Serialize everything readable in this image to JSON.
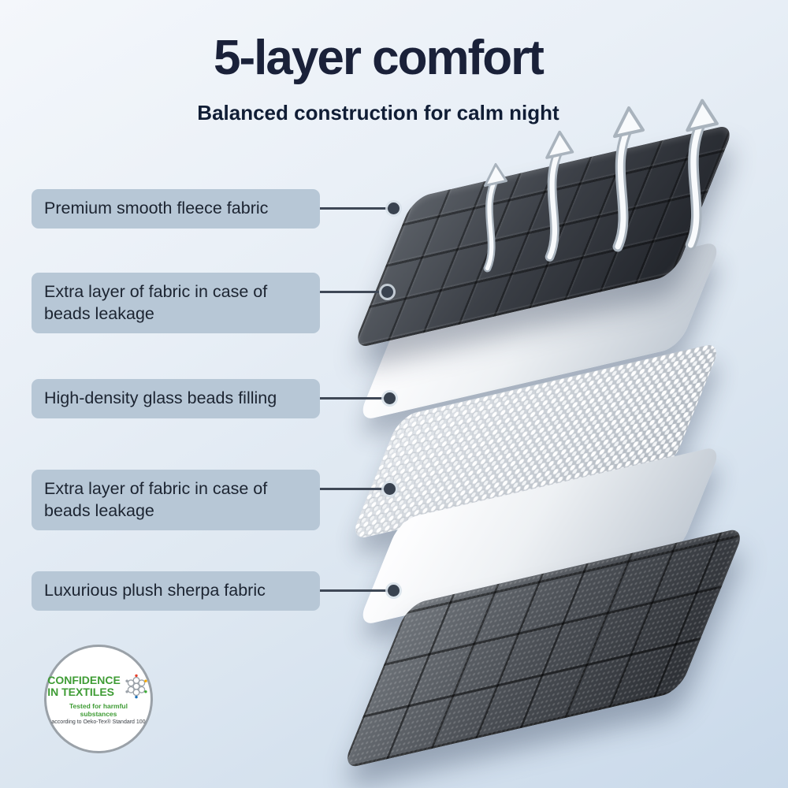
{
  "header": {
    "title": "5-layer comfort",
    "subtitle": "Balanced construction for calm night"
  },
  "labels": [
    {
      "text": "Premium smooth fleece fabric"
    },
    {
      "text": "Extra layer of fabric in case of beads leakage"
    },
    {
      "text": "High-density glass beads filling"
    },
    {
      "text": "Extra layer of fabric in case of beads leakage"
    },
    {
      "text": "Luxurious plush sherpa fabric"
    }
  ],
  "certification": {
    "name_line1": "CONFIDENCE",
    "name_line2": "IN TEXTILES",
    "tagline": "Tested for harmful substances",
    "standard": "according to Oeko-Tex® Standard 100"
  },
  "colors": {
    "title_text": "#1a2139",
    "label_background": "#b7c7d6",
    "badge_green": "#3f9c35",
    "dark_fabric": "#3c4047",
    "background_top": "#f4f7fb",
    "background_bottom": "#c9d9ea"
  }
}
